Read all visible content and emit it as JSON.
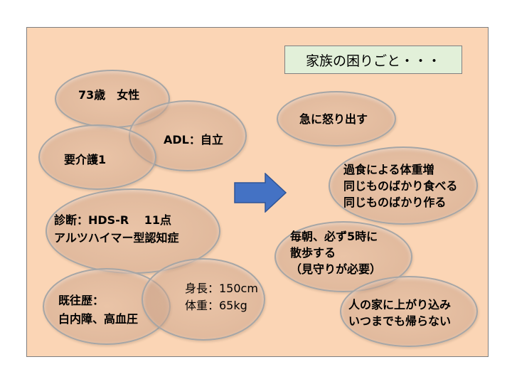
{
  "profile": {
    "age_sex": "73歳　女性",
    "adl": "ADL：自立",
    "care_level": "要介護1",
    "diagnosis": "診断：HDS-R　 11点\nアルツハイマー型認知症",
    "history": "既往歴：\n白内障、高血圧",
    "body": "身長：150cm\n体重：65kg"
  },
  "family": {
    "title": "家族の困りごと・・・",
    "issues": [
      "急に怒り出す",
      "過食による体重増\n同じものばかり食べる\n同じものばかり作る",
      "毎朝、必ず5時に\n散歩する\n（見守りが必要）",
      "人の家に上がり込み\nいつまでも帰らない"
    ]
  },
  "colors": {
    "panel": "#fbd5b5",
    "title_box": "#e2f0d9",
    "arrow": "#4472c4"
  }
}
